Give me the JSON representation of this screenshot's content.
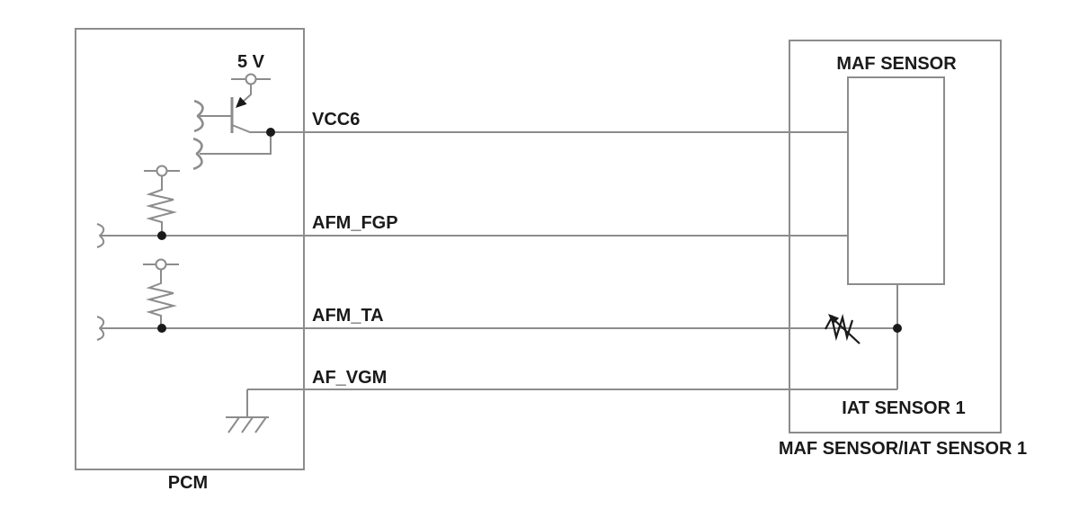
{
  "colors": {
    "line": "#8c8c8c",
    "ink": "#1a1a1a",
    "background": "#ffffff"
  },
  "pcm": {
    "label": "PCM",
    "supply_label": "5 V",
    "signals": [
      "VCC6",
      "AFM_FGP",
      "AFM_TA",
      "AF_VGM"
    ]
  },
  "sensor_assembly": {
    "maf_label": "MAF SENSOR",
    "iat_label": "IAT SENSOR 1",
    "assembly_label": "MAF SENSOR/IAT SENSOR 1"
  }
}
